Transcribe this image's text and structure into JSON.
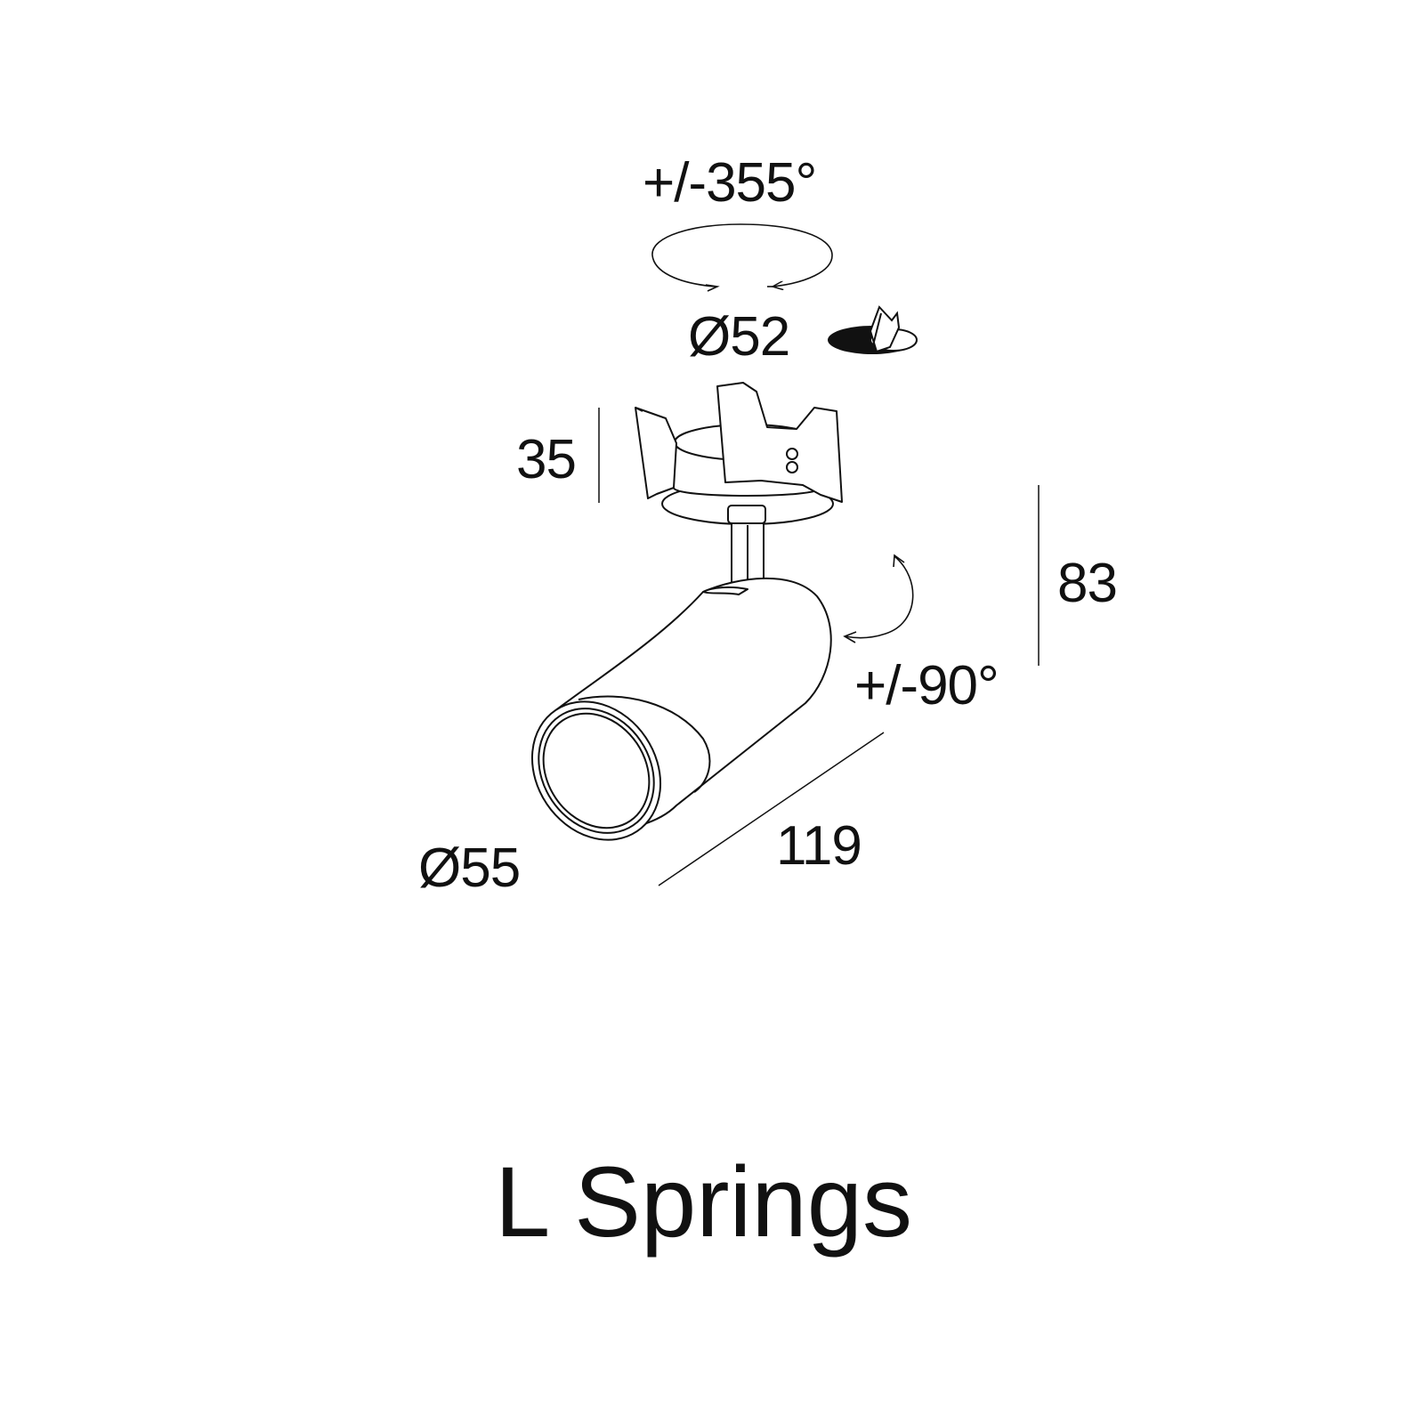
{
  "dimensions": {
    "rotation": "+/-355°",
    "cutout_diameter": "Ø52",
    "recessed_height": "35",
    "total_height": "83",
    "tilt": "+/-90°",
    "length": "119",
    "head_diameter": "Ø55"
  },
  "title": "L Springs",
  "colors": {
    "line": "#111111",
    "background": "#ffffff"
  },
  "icons": [
    "rotation-arrow-icon",
    "cutout-hole-icon",
    "tilt-arrow-icon"
  ]
}
